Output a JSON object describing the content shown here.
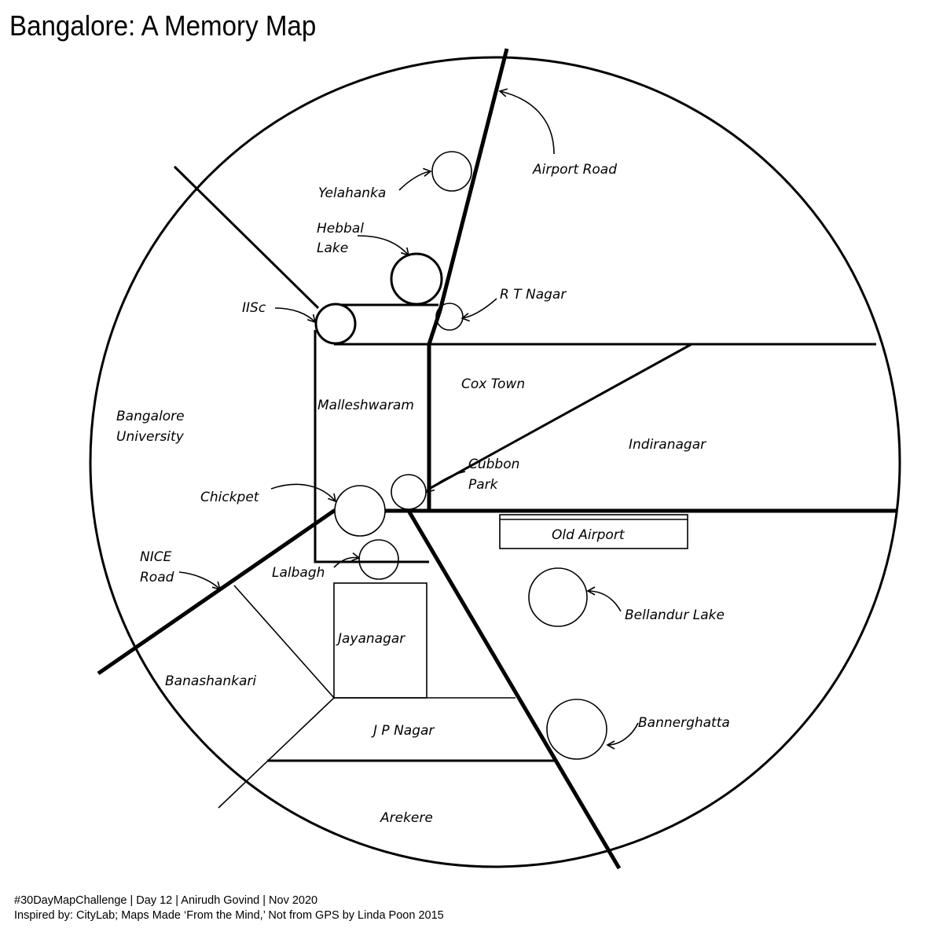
{
  "title": "Bangalore: A Memory Map",
  "labels": {
    "airport_road": "Airport Road",
    "yelahanka": "Yelahanka",
    "hebbal_1": "Hebbal",
    "hebbal_2": "Lake",
    "rt_nagar": "R T Nagar",
    "iisc": "IISc",
    "cox_town": "Cox Town",
    "malleshwaram": "Malleshwaram",
    "bangalore_university_1": "Bangalore",
    "bangalore_university_2": "University",
    "indiranagar": "Indiranagar",
    "cubbon_1": "Cubbon",
    "cubbon_2": "Park",
    "chickpet": "Chickpet",
    "old_airport": "Old Airport",
    "nice_1": "NICE",
    "nice_2": "Road",
    "lalbagh": "Lalbagh",
    "bellandur": "Bellandur Lake",
    "jayanagar": "Jayanagar",
    "banashankari": "Banashankari",
    "bannerghatta": "Bannerghatta",
    "jp_nagar": "J P Nagar",
    "arekere": "Arekere"
  },
  "footer": {
    "line1": "#30DayMapChallenge | Day 12 | Anirudh Govind | Nov 2020",
    "line2": "Inspired by: CityLab; Maps Made ‘From the Mind,’ Not from GPS by Linda Poon 2015"
  }
}
